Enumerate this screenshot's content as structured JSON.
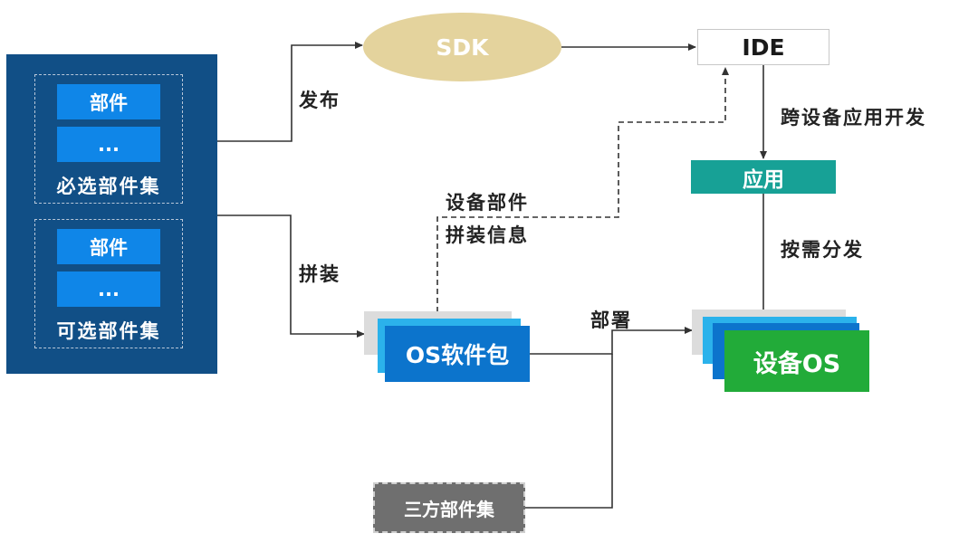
{
  "left_panel": {
    "required_group": {
      "items": [
        "部件",
        "..."
      ],
      "label": "必选部件集"
    },
    "optional_group": {
      "items": [
        "部件",
        "..."
      ],
      "label": "可选部件集"
    }
  },
  "nodes": {
    "sdk": "SDK",
    "ide": "IDE",
    "app": "应用",
    "os_package": "OS软件包",
    "device_os": "设备OS",
    "third_party": "三方部件集"
  },
  "edges": {
    "publish": "发布",
    "assemble": "拼装",
    "assembly_info_line1": "设备部件",
    "assembly_info_line2": "拼装信息",
    "cross_device_dev": "跨设备应用开发",
    "distribute_on_demand": "按需分发",
    "deploy": "部署"
  },
  "colors": {
    "panel": "#114f86",
    "part": "#0f86e8",
    "sdk": "#e4d39d",
    "app": "#17a196",
    "os_package": "#0c74cc",
    "device_os": "#22ab39",
    "third_party": "#6f6f6f"
  }
}
